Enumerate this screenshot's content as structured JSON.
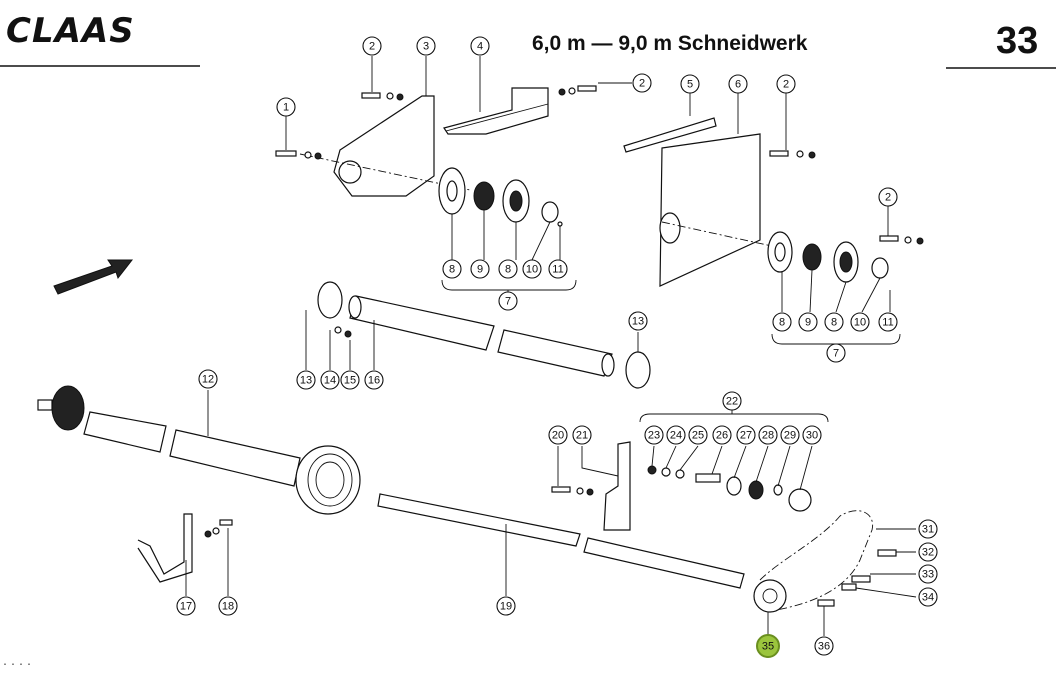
{
  "header": {
    "logo": "CLAAS",
    "title": "6,0 m — 9,0 m Schneidwerk",
    "page_number": "33"
  },
  "footer": {
    "code": "...."
  },
  "callouts": [
    {
      "label": "1"
    },
    {
      "label": "2"
    },
    {
      "label": "3"
    },
    {
      "label": "4"
    },
    {
      "label": "2"
    },
    {
      "label": "5"
    },
    {
      "label": "6"
    },
    {
      "label": "2"
    },
    {
      "label": "2"
    },
    {
      "label": "8"
    },
    {
      "label": "9"
    },
    {
      "label": "8"
    },
    {
      "label": "10"
    },
    {
      "label": "11"
    },
    {
      "label": "7"
    },
    {
      "label": "8"
    },
    {
      "label": "9"
    },
    {
      "label": "8"
    },
    {
      "label": "10"
    },
    {
      "label": "11"
    },
    {
      "label": "7"
    },
    {
      "label": "13"
    },
    {
      "label": "13"
    },
    {
      "label": "14"
    },
    {
      "label": "15"
    },
    {
      "label": "16"
    },
    {
      "label": "12"
    },
    {
      "label": "17"
    },
    {
      "label": "18"
    },
    {
      "label": "19"
    },
    {
      "label": "22"
    },
    {
      "label": "20"
    },
    {
      "label": "21"
    },
    {
      "label": "23"
    },
    {
      "label": "24"
    },
    {
      "label": "25"
    },
    {
      "label": "26"
    },
    {
      "label": "27"
    },
    {
      "label": "28"
    },
    {
      "label": "29"
    },
    {
      "label": "30"
    },
    {
      "label": "31"
    },
    {
      "label": "32"
    },
    {
      "label": "33"
    },
    {
      "label": "34"
    },
    {
      "label": "35"
    },
    {
      "label": "36"
    }
  ],
  "highlighted_part": "35",
  "colors": {
    "highlight": "#9bc53d",
    "line": "#111111"
  }
}
